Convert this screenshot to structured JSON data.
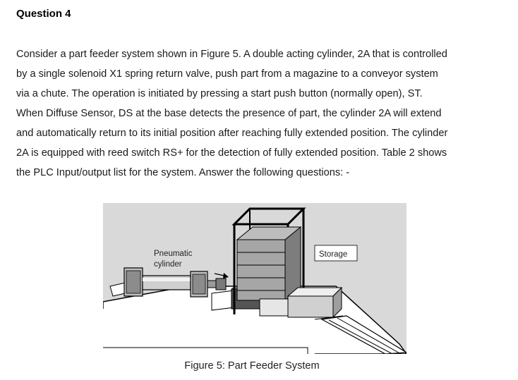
{
  "question": {
    "heading": "Question 4",
    "paragraph_lines": [
      "Consider a part feeder system shown in Figure 5. A double acting cylinder, 2A that is controlled",
      "by a single solenoid X1 spring return valve, push part from a magazine to a conveyor system",
      "via a chute. The operation is initiated by pressing a start push button (normally open), ST.",
      "When Diffuse Sensor, DS at the base detects the presence of part, the cylinder 2A will extend",
      "and automatically return to its initial position after reaching fully extended position. The cylinder",
      "2A is equipped with reed switch RS+ for the detection of fully extended position. Table 2 shows",
      "the PLC Input/output list for the system. Answer the following questions: -"
    ]
  },
  "figure": {
    "label_cylinder_line1": "Pneumatic",
    "label_cylinder_line2": "cylinder",
    "label_storage": "Storage",
    "caption": "Figure 5: Part Feeder System"
  }
}
